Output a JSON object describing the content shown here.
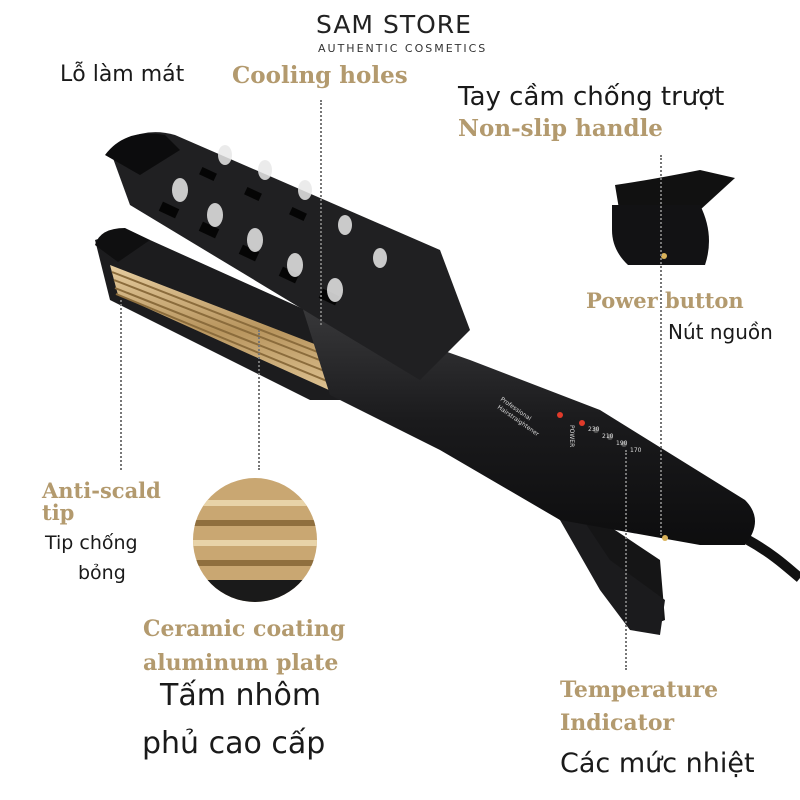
{
  "store": {
    "name": "SAM STORE",
    "tagline": "AUTHENTIC COSMETICS"
  },
  "labels": {
    "cooling_vn": "Lỗ làm mát",
    "cooling_en": "Cooling holes",
    "handle_vn": "Tay cầm chống trượt",
    "handle_en": "Non-slip handle",
    "power_en": "Power button",
    "power_vn": "Nút nguồn",
    "antiscald_en_1": "Anti-scald",
    "antiscald_en_2": "tip",
    "antiscald_vn_1": "Tip chống",
    "antiscald_vn_2": "bỏng",
    "ceramic_en_1": "Ceramic coating",
    "ceramic_en_2": "aluminum plate",
    "ceramic_vn_1": "Tấm nhôm",
    "ceramic_vn_2": "phủ cao cấp",
    "temp_en_1": "Temperature",
    "temp_en_2": "Indicator",
    "temp_vn": "Các mức nhiệt"
  },
  "device": {
    "brand_line_1": "Professional",
    "brand_line_2": "Hairstraightener",
    "power_label": "POWER",
    "temps": [
      "230",
      "210",
      "190",
      "170"
    ]
  },
  "colors": {
    "accent_gold": "#b39a6e",
    "body": "#1c1c1e",
    "plate": "#c9a772"
  }
}
